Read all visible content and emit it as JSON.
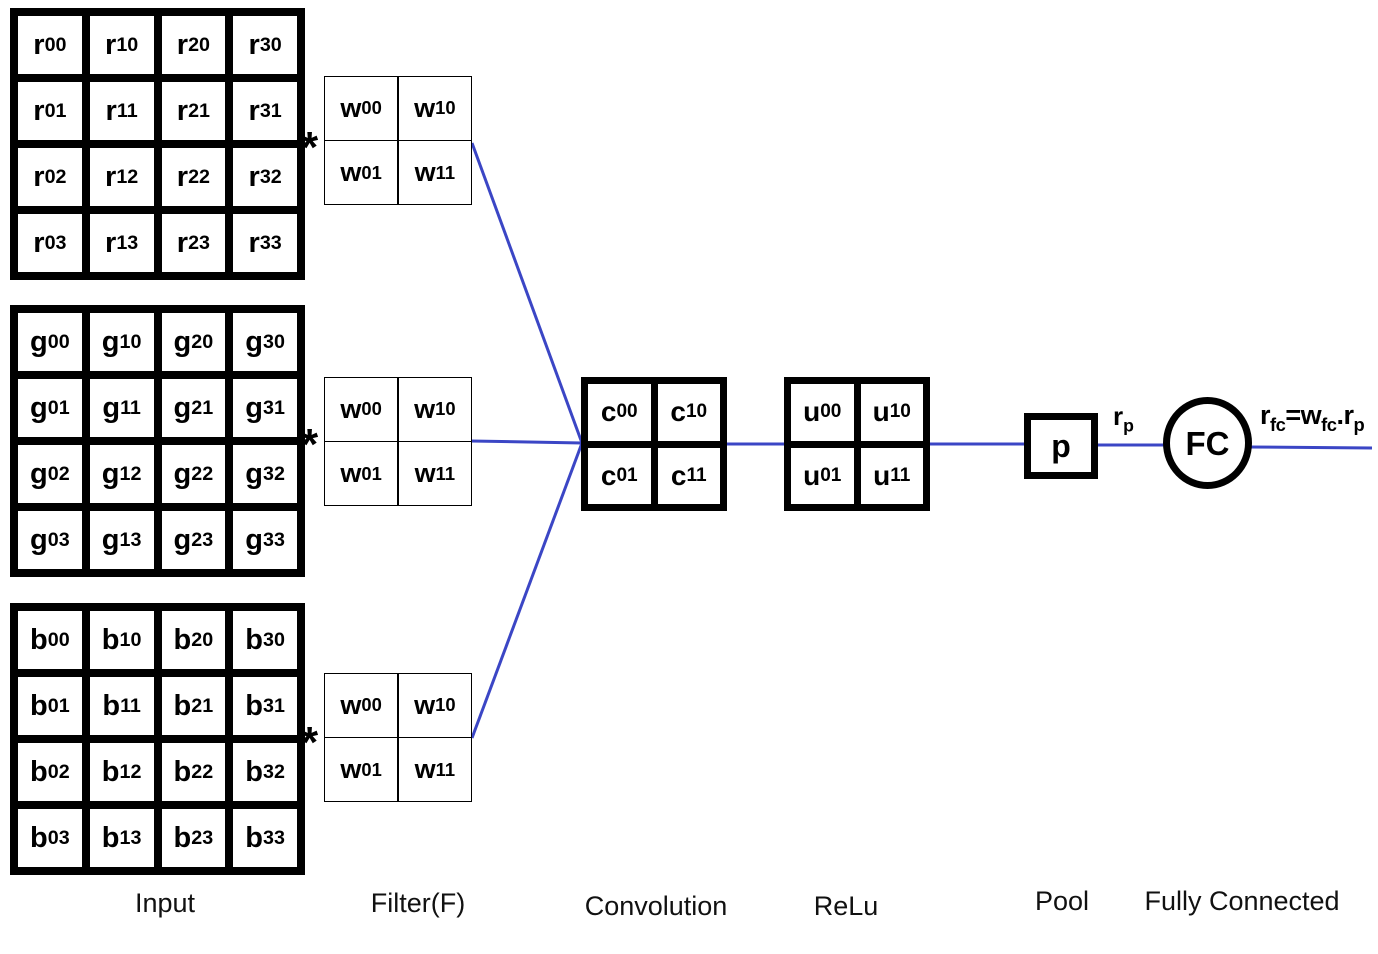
{
  "colors": {
    "line": "#3b46c5",
    "box_border": "#000000",
    "text": "#000000",
    "background": "#ffffff"
  },
  "input": {
    "label": "Input",
    "operator": "*",
    "matrices": [
      {
        "channel": "red",
        "cells": [
          {
            "b": "r",
            "s": "00"
          },
          {
            "b": "r",
            "s": "10"
          },
          {
            "b": "r",
            "s": "20"
          },
          {
            "b": "r",
            "s": "30"
          },
          {
            "b": "r",
            "s": "01"
          },
          {
            "b": "r",
            "s": "11"
          },
          {
            "b": "r",
            "s": "21"
          },
          {
            "b": "r",
            "s": "31"
          },
          {
            "b": "r",
            "s": "02"
          },
          {
            "b": "r",
            "s": "12"
          },
          {
            "b": "r",
            "s": "22"
          },
          {
            "b": "r",
            "s": "32"
          },
          {
            "b": "r",
            "s": "03"
          },
          {
            "b": "r",
            "s": "13"
          },
          {
            "b": "r",
            "s": "23"
          },
          {
            "b": "r",
            "s": "33"
          }
        ]
      },
      {
        "channel": "green",
        "cells": [
          {
            "b": "g",
            "s": "00"
          },
          {
            "b": "g",
            "s": "10"
          },
          {
            "b": "g",
            "s": "20"
          },
          {
            "b": "g",
            "s": "30"
          },
          {
            "b": "g",
            "s": "01"
          },
          {
            "b": "g",
            "s": "11"
          },
          {
            "b": "g",
            "s": "21"
          },
          {
            "b": "g",
            "s": "31"
          },
          {
            "b": "g",
            "s": "02"
          },
          {
            "b": "g",
            "s": "12"
          },
          {
            "b": "g",
            "s": "22"
          },
          {
            "b": "g",
            "s": "32"
          },
          {
            "b": "g",
            "s": "03"
          },
          {
            "b": "g",
            "s": "13"
          },
          {
            "b": "g",
            "s": "23"
          },
          {
            "b": "g",
            "s": "33"
          }
        ]
      },
      {
        "channel": "blue",
        "cells": [
          {
            "b": "b",
            "s": "00"
          },
          {
            "b": "b",
            "s": "10"
          },
          {
            "b": "b",
            "s": "20"
          },
          {
            "b": "b",
            "s": "30"
          },
          {
            "b": "b",
            "s": "01"
          },
          {
            "b": "b",
            "s": "11"
          },
          {
            "b": "b",
            "s": "21"
          },
          {
            "b": "b",
            "s": "31"
          },
          {
            "b": "b",
            "s": "02"
          },
          {
            "b": "b",
            "s": "12"
          },
          {
            "b": "b",
            "s": "22"
          },
          {
            "b": "b",
            "s": "32"
          },
          {
            "b": "b",
            "s": "03"
          },
          {
            "b": "b",
            "s": "13"
          },
          {
            "b": "b",
            "s": "23"
          },
          {
            "b": "b",
            "s": "33"
          }
        ]
      }
    ]
  },
  "filter": {
    "label": "Filter(F)",
    "cells": [
      {
        "b": "w",
        "s": "00"
      },
      {
        "b": "w",
        "s": "10"
      },
      {
        "b": "w",
        "s": "01"
      },
      {
        "b": "w",
        "s": "11"
      }
    ]
  },
  "convolution": {
    "label": "Convolution",
    "cells": [
      {
        "b": "c",
        "s": "00"
      },
      {
        "b": "c",
        "s": "10"
      },
      {
        "b": "c",
        "s": "01"
      },
      {
        "b": "c",
        "s": "11"
      }
    ]
  },
  "relu": {
    "label": "ReLu",
    "cells": [
      {
        "b": "u",
        "s": "00"
      },
      {
        "b": "u",
        "s": "10"
      },
      {
        "b": "u",
        "s": "01"
      },
      {
        "b": "u",
        "s": "11"
      }
    ]
  },
  "pool": {
    "label": "Pool",
    "box_label": "p",
    "output": [
      {
        "b": "r",
        "s": "p"
      }
    ]
  },
  "fully_connected": {
    "label": "Fully Connected",
    "node_label": "FC",
    "formula": [
      {
        "b": "r",
        "s": "fc"
      },
      {
        "b": "="
      },
      {
        "b": "w",
        "s": "fc"
      },
      {
        "b": "."
      },
      {
        "b": "r",
        "s": "p"
      }
    ]
  }
}
